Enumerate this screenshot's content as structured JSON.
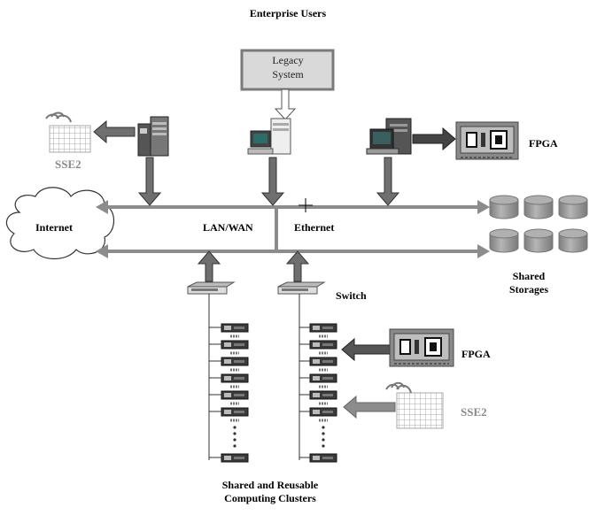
{
  "title": "Enterprise Users",
  "legacy": {
    "line1": "Legacy",
    "line2": "System"
  },
  "labels": {
    "internet": "Internet",
    "lan_wan": "LAN/WAN",
    "ethernet": "Ethernet",
    "switch": "Switch",
    "fpga_top": "FPGA",
    "fpga_bottom": "FPGA",
    "sse2_top": "SSE2",
    "sse2_bottom": "SSE2",
    "shared_storages_1": "Shared",
    "shared_storages_2": "Storages",
    "clusters_1": "Shared and Reusable",
    "clusters_2": "Computing Clusters"
  },
  "colors": {
    "arrow": "#6f6f6f",
    "bus": "#8c8c8c",
    "legacy_fill": "#d9d9d9",
    "legacy_border": "#808080",
    "disk": "#9a9a9a",
    "gray_text": "#8a8a8a"
  }
}
